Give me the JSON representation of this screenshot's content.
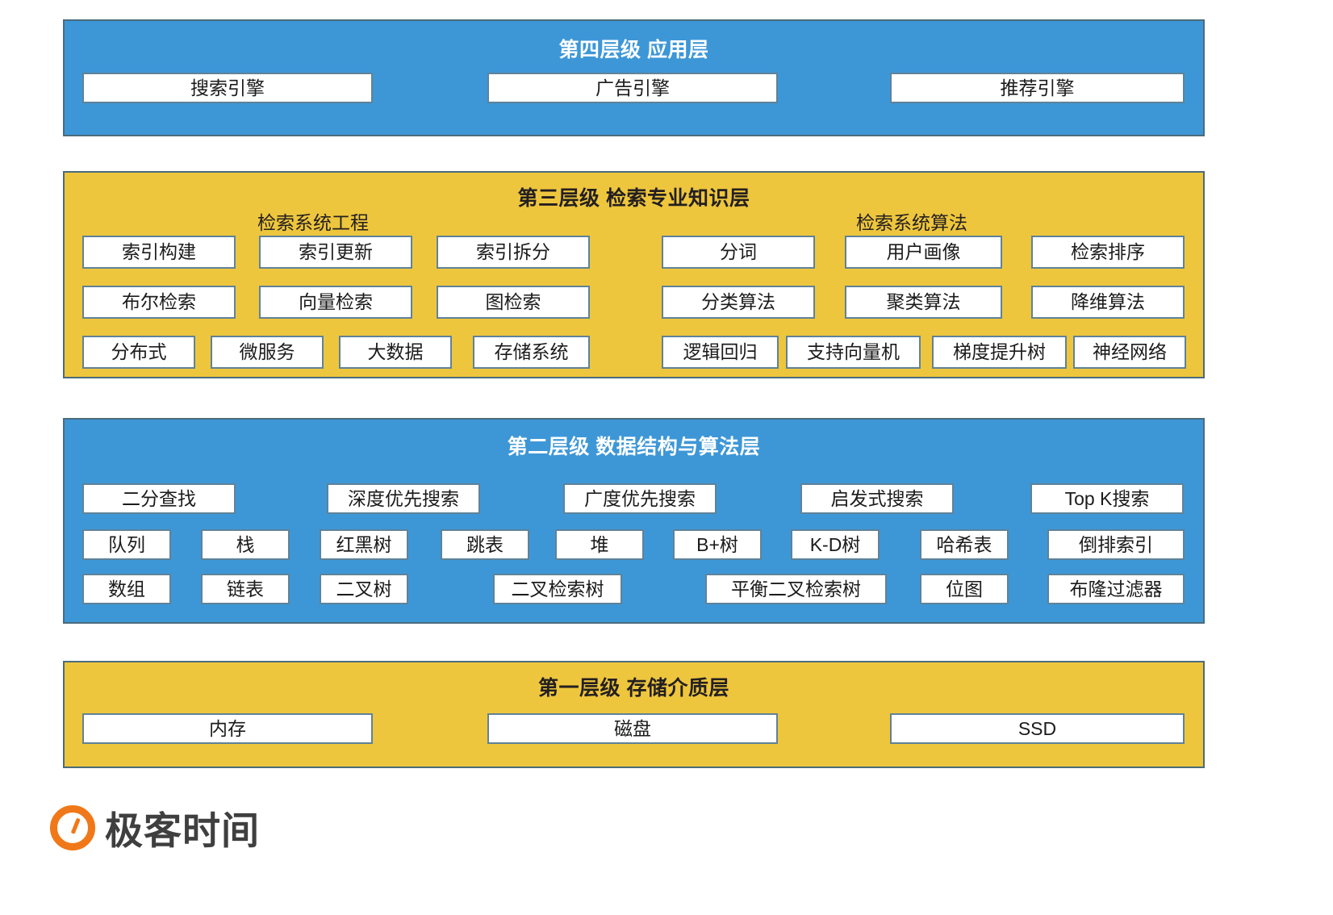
{
  "palette": {
    "blue": "#3d97d7",
    "amber": "#eec63d",
    "box_border": "#5f8298",
    "layer_border": "#4a6b7c",
    "brand_orange": "#f07818",
    "text_dark": "#1b1b1b",
    "text_light": "#ffffff"
  },
  "brand": {
    "name": "极客时间",
    "mark": "geektime-logo-icon"
  },
  "layers": [
    {
      "id": "layer4",
      "title": "第四层级 应用层",
      "theme": "blue",
      "items": [
        "搜索引擎",
        "广告引擎",
        "推荐引擎"
      ]
    },
    {
      "id": "layer3",
      "title": "第三层级 检索专业知识层",
      "theme": "amber",
      "groups": [
        {
          "title": "检索系统工程",
          "rows": [
            [
              "索引构建",
              "索引更新",
              "索引拆分"
            ],
            [
              "布尔检索",
              "向量检索",
              "图检索"
            ],
            [
              "分布式",
              "微服务",
              "大数据",
              "存储系统"
            ]
          ]
        },
        {
          "title": "检索系统算法",
          "rows": [
            [
              "分词",
              "用户画像",
              "检索排序"
            ],
            [
              "分类算法",
              "聚类算法",
              "降维算法"
            ],
            [
              "逻辑回归",
              "支持向量机",
              "梯度提升树",
              "神经网络"
            ]
          ]
        }
      ]
    },
    {
      "id": "layer2",
      "title": "第二层级 数据结构与算法层",
      "theme": "blue",
      "rows": [
        [
          "二分查找",
          "深度优先搜索",
          "广度优先搜索",
          "启发式搜索",
          "Top K搜索"
        ],
        [
          "队列",
          "栈",
          "红黑树",
          "跳表",
          "堆",
          "B+树",
          "K-D树",
          "哈希表",
          "倒排索引"
        ],
        [
          "数组",
          "链表",
          "二叉树",
          "二叉检索树",
          "平衡二叉检索树",
          "位图",
          "布隆过滤器"
        ]
      ]
    },
    {
      "id": "layer1",
      "title": "第一层级 存储介质层",
      "theme": "amber",
      "items": [
        "内存",
        "磁盘",
        "SSD"
      ]
    }
  ]
}
